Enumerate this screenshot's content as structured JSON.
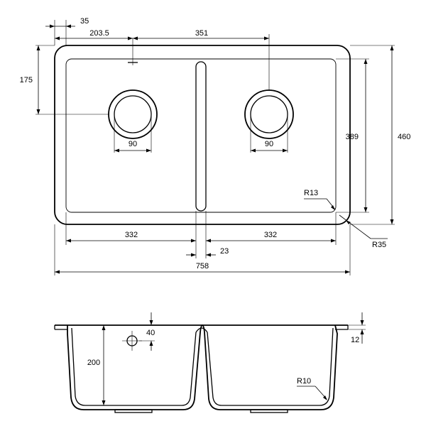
{
  "plan": {
    "offset_35": "35",
    "offset_203_5": "203.5",
    "centers_351": "351",
    "tap_175": "175",
    "waste_dia_left": "90",
    "waste_dia_right": "90",
    "bowl_depth_389": "389",
    "overall_depth_460": "460",
    "inner_radius": "R13",
    "outer_radius": "R35",
    "bowl_width_left": "332",
    "bowl_width_right": "332",
    "divider_23": "23",
    "overall_width_758": "758"
  },
  "section": {
    "depth_200": "200",
    "tap_40": "40",
    "rim_12": "12",
    "bottom_radius": "R10"
  }
}
